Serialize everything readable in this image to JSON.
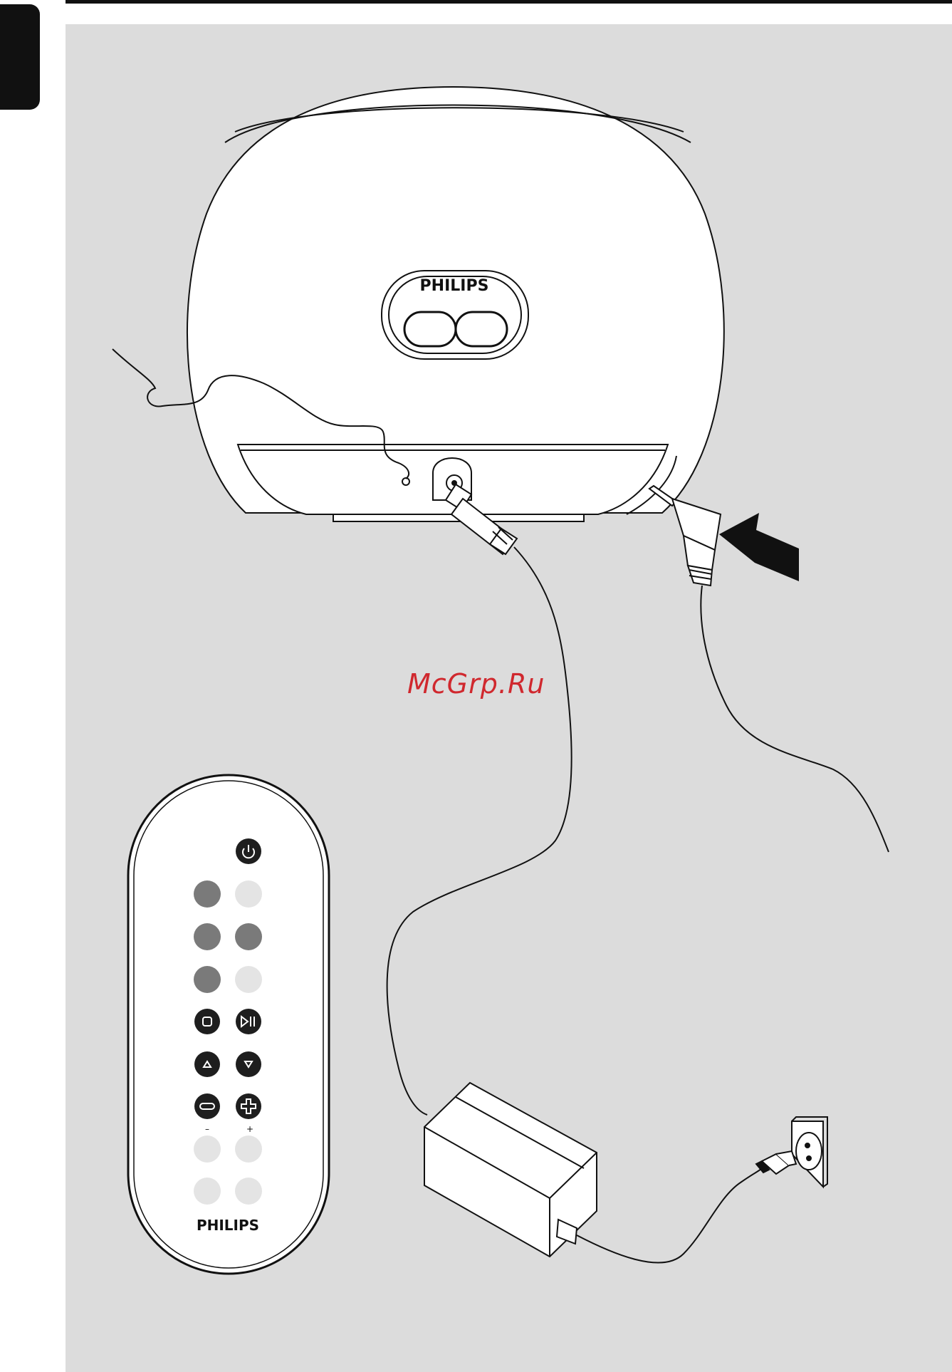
{
  "page": {
    "language_tab": "",
    "watermark": "McGrp.Ru"
  },
  "speaker": {
    "brand": "PHILIPS"
  },
  "remote": {
    "brand": "PHILIPS",
    "button_rows": [
      [
        "power-icon"
      ],
      [
        "dark",
        "light"
      ],
      [
        "dark",
        "dark"
      ],
      [
        "dark",
        "light"
      ],
      [
        "stop-icon",
        "play-pause-icon"
      ],
      [
        "up-icon",
        "down-icon"
      ],
      [
        "minus-icon",
        "plus-icon"
      ],
      [
        "light",
        "light"
      ],
      [
        "light",
        "light"
      ]
    ],
    "volume_labels": {
      "minus": "–",
      "plus": "+"
    }
  },
  "colors": {
    "panel_background": "#dcdcdc",
    "line_art": "#111111",
    "button_dark": "#7a7a7a",
    "button_light": "#e4e4e4",
    "watermark": "#d0282e"
  }
}
